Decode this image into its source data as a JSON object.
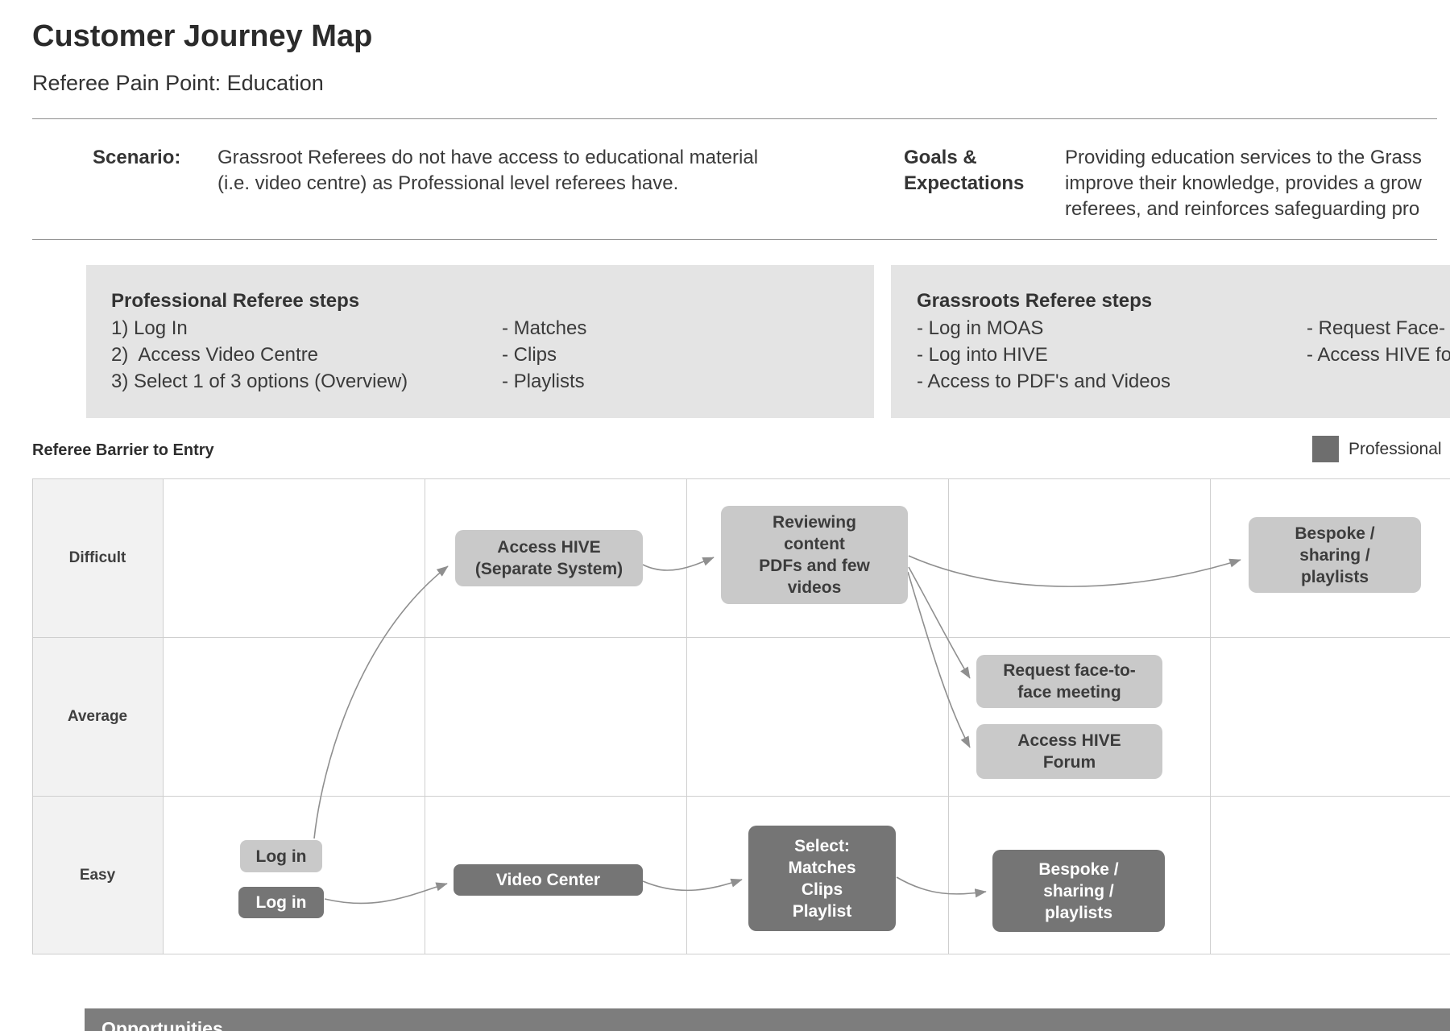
{
  "page": {
    "title": "Customer Journey Map",
    "subtitle": "Referee Pain Point: Education"
  },
  "scenario": {
    "label": "Scenario:",
    "text": "Grassroot Referees do not have access to educational material\n(i.e. video centre) as Professional level referees have."
  },
  "goals": {
    "label": "Goals &\nExpectations",
    "text": "Providing education services to the Grass\nimprove their knowledge, provides a grow\nreferees, and reinforces safeguarding pro"
  },
  "steps": {
    "professional": {
      "title": "Professional Referee steps",
      "items": [
        "1) Log In",
        "2)  Access Video Centre",
        "3) Select 1 of 3 options (Overview)"
      ],
      "sub_items": [
        "- Matches",
        "- Clips",
        "- Playlists"
      ]
    },
    "grassroots": {
      "title": "Grassroots Referee steps",
      "items": [
        "- Log in MOAS",
        "- Log into HIVE",
        "- Access to PDF's and Videos"
      ],
      "sub_items": [
        "- Request Face-",
        "- Access HIVE fo"
      ]
    }
  },
  "matrix": {
    "section_title": "Referee Barrier to Entry",
    "legend": {
      "label": "Professional",
      "color": "#6e6e6e"
    },
    "row_labels": [
      "Difficult",
      "Average",
      "Easy"
    ],
    "nodes": [
      {
        "id": "access-hive",
        "variant": "light",
        "text": "Access HIVE\n(Separate System)"
      },
      {
        "id": "reviewing-content",
        "variant": "light",
        "text": "Reviewing\ncontent\nPDFs and few\nvideos"
      },
      {
        "id": "bespoke-sharing-top",
        "variant": "light",
        "text": "Bespoke /\nsharing /\nplaylists"
      },
      {
        "id": "request-face-to-face",
        "variant": "light",
        "text": "Request face-to-\nface meeting"
      },
      {
        "id": "access-hive-forum",
        "variant": "light",
        "text": "Access HIVE\nForum"
      },
      {
        "id": "log-in-grassroots",
        "variant": "light",
        "text": "Log in"
      },
      {
        "id": "log-in-professional",
        "variant": "dark",
        "text": "Log in"
      },
      {
        "id": "video-center",
        "variant": "dark",
        "text": "Video Center"
      },
      {
        "id": "select-options",
        "variant": "dark",
        "text": "Select:\nMatches\nClips\nPlaylist"
      },
      {
        "id": "bespoke-sharing-bottom",
        "variant": "dark",
        "text": "Bespoke /\nsharing /\nplaylists"
      }
    ]
  },
  "footer": {
    "opportunities_title": "Opportunities"
  },
  "colors": {
    "node_light": "#c9c9c9",
    "node_dark": "#757575",
    "steps_box_bg": "#e4e4e4",
    "row_label_bg": "#f2f2f2",
    "grid_line": "#cfcfcf",
    "arrow": "#8f8f8f",
    "legend_professional": "#6e6e6e",
    "opportunities_bar": "#7d7d7d"
  }
}
